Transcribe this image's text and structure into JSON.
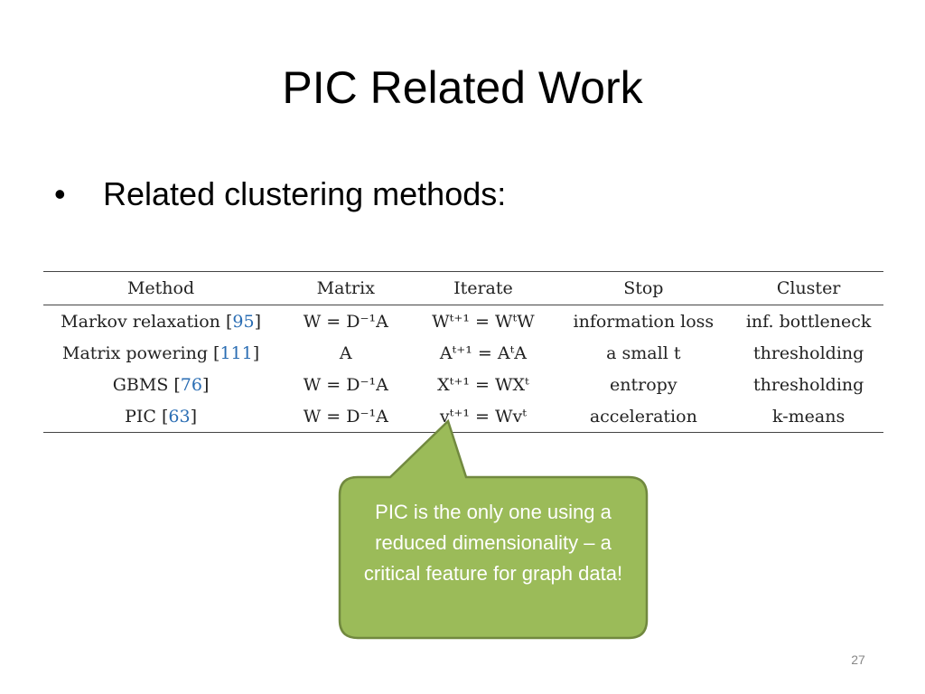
{
  "title": "PIC Related Work",
  "bullet": {
    "marker": "•",
    "text": "Related clustering methods:"
  },
  "table": {
    "headers": [
      "Method",
      "Matrix",
      "Iterate",
      "Stop",
      "Cluster"
    ],
    "rows": [
      {
        "method": "Markov relaxation",
        "ref": "95",
        "matrix": "W = D⁻¹A",
        "iterate": "Wᵗ⁺¹ = WᵗW",
        "stop": "information loss",
        "cluster": "inf. bottleneck"
      },
      {
        "method": "Matrix powering",
        "ref": "111",
        "matrix": "A",
        "iterate": "Aᵗ⁺¹ = AᵗA",
        "stop": "a small t",
        "cluster": "thresholding"
      },
      {
        "method": "GBMS",
        "ref": "76",
        "matrix": "W = D⁻¹A",
        "iterate": "Xᵗ⁺¹ = WXᵗ",
        "stop": "entropy",
        "cluster": "thresholding"
      },
      {
        "method": "PIC",
        "ref": "63",
        "matrix": "W = D⁻¹A",
        "iterate": "vᵗ⁺¹ = Wvᵗ",
        "stop": "acceleration",
        "cluster": "k-means"
      }
    ]
  },
  "callout": {
    "text": "PIC is the only one using a reduced dimensionality – a critical feature for graph data!",
    "fill": "#9bbb59",
    "stroke": "#71893f"
  },
  "slide_number": "27"
}
